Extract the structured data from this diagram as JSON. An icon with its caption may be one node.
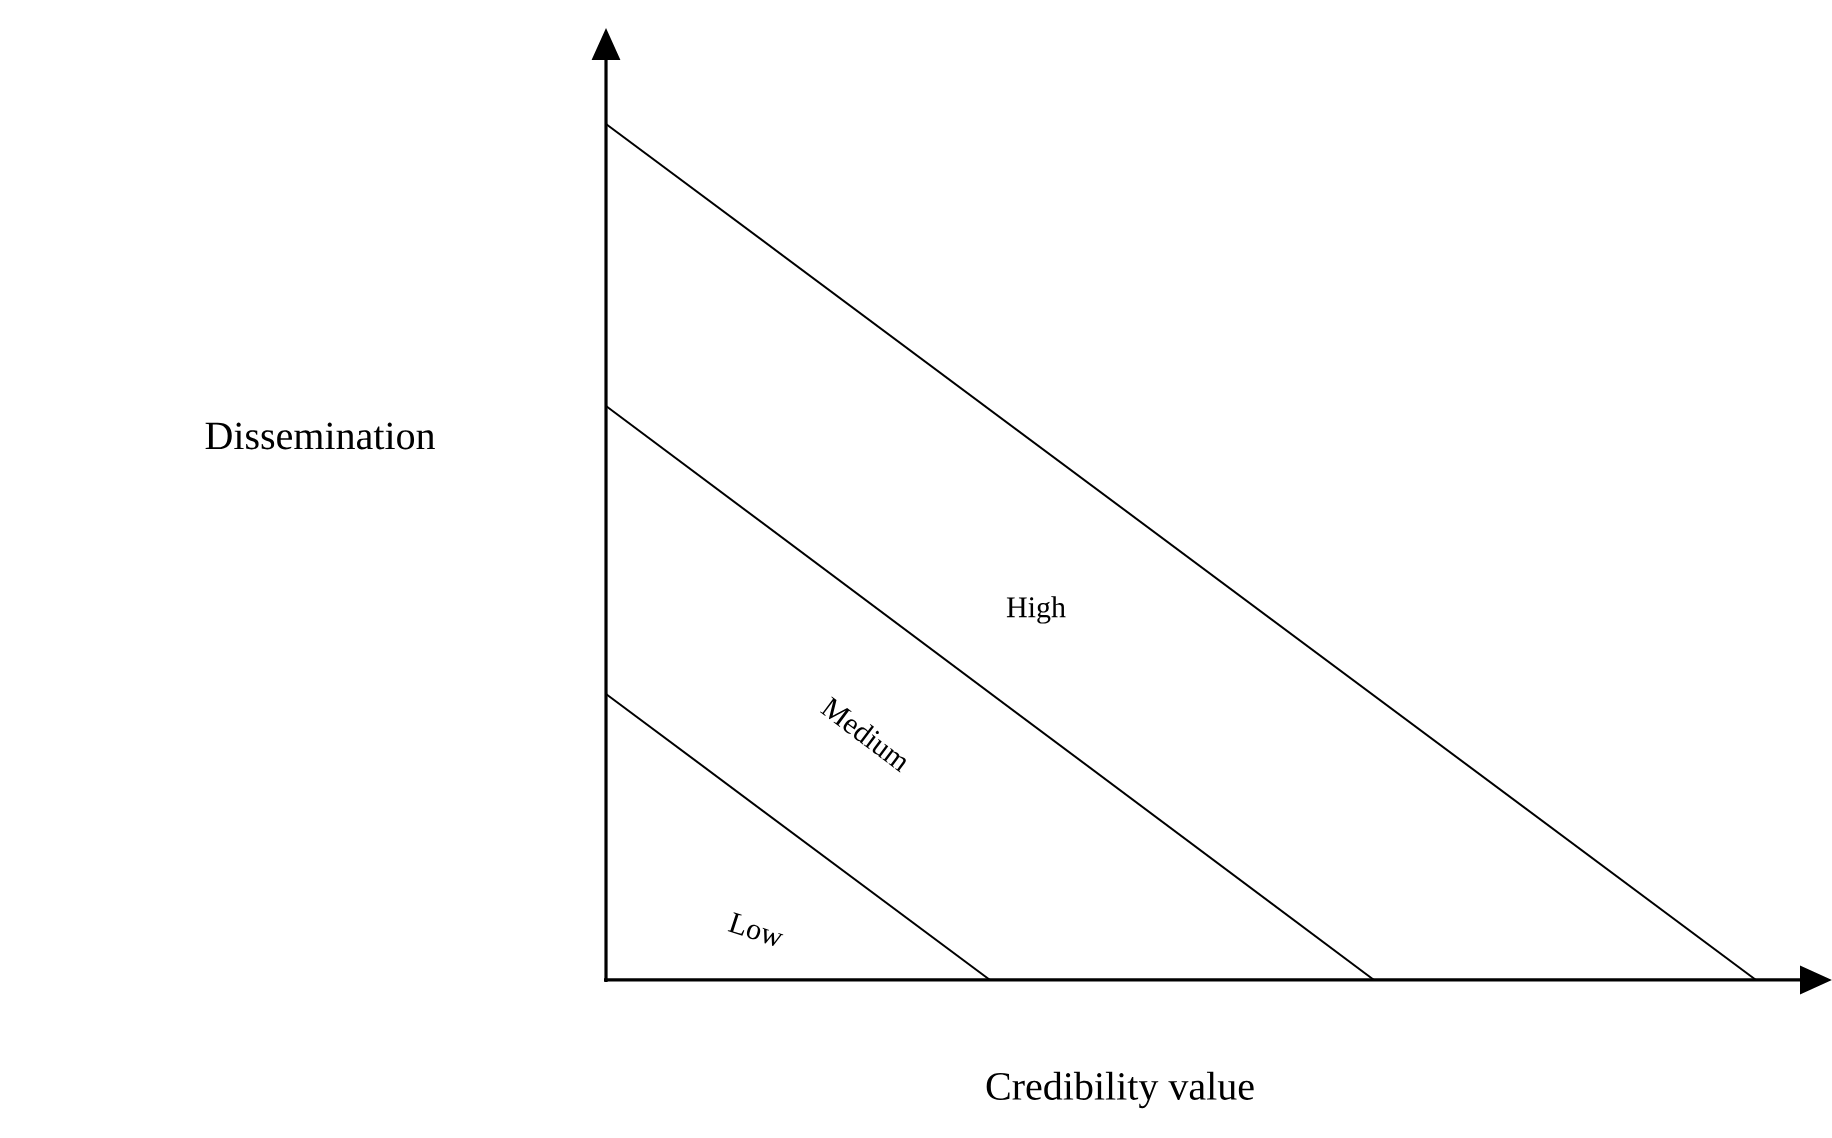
{
  "diagram": {
    "labels": [
      "Dissemination",
      "High",
      "Medium",
      "Low",
      "Credibility value"
    ]
  }
}
